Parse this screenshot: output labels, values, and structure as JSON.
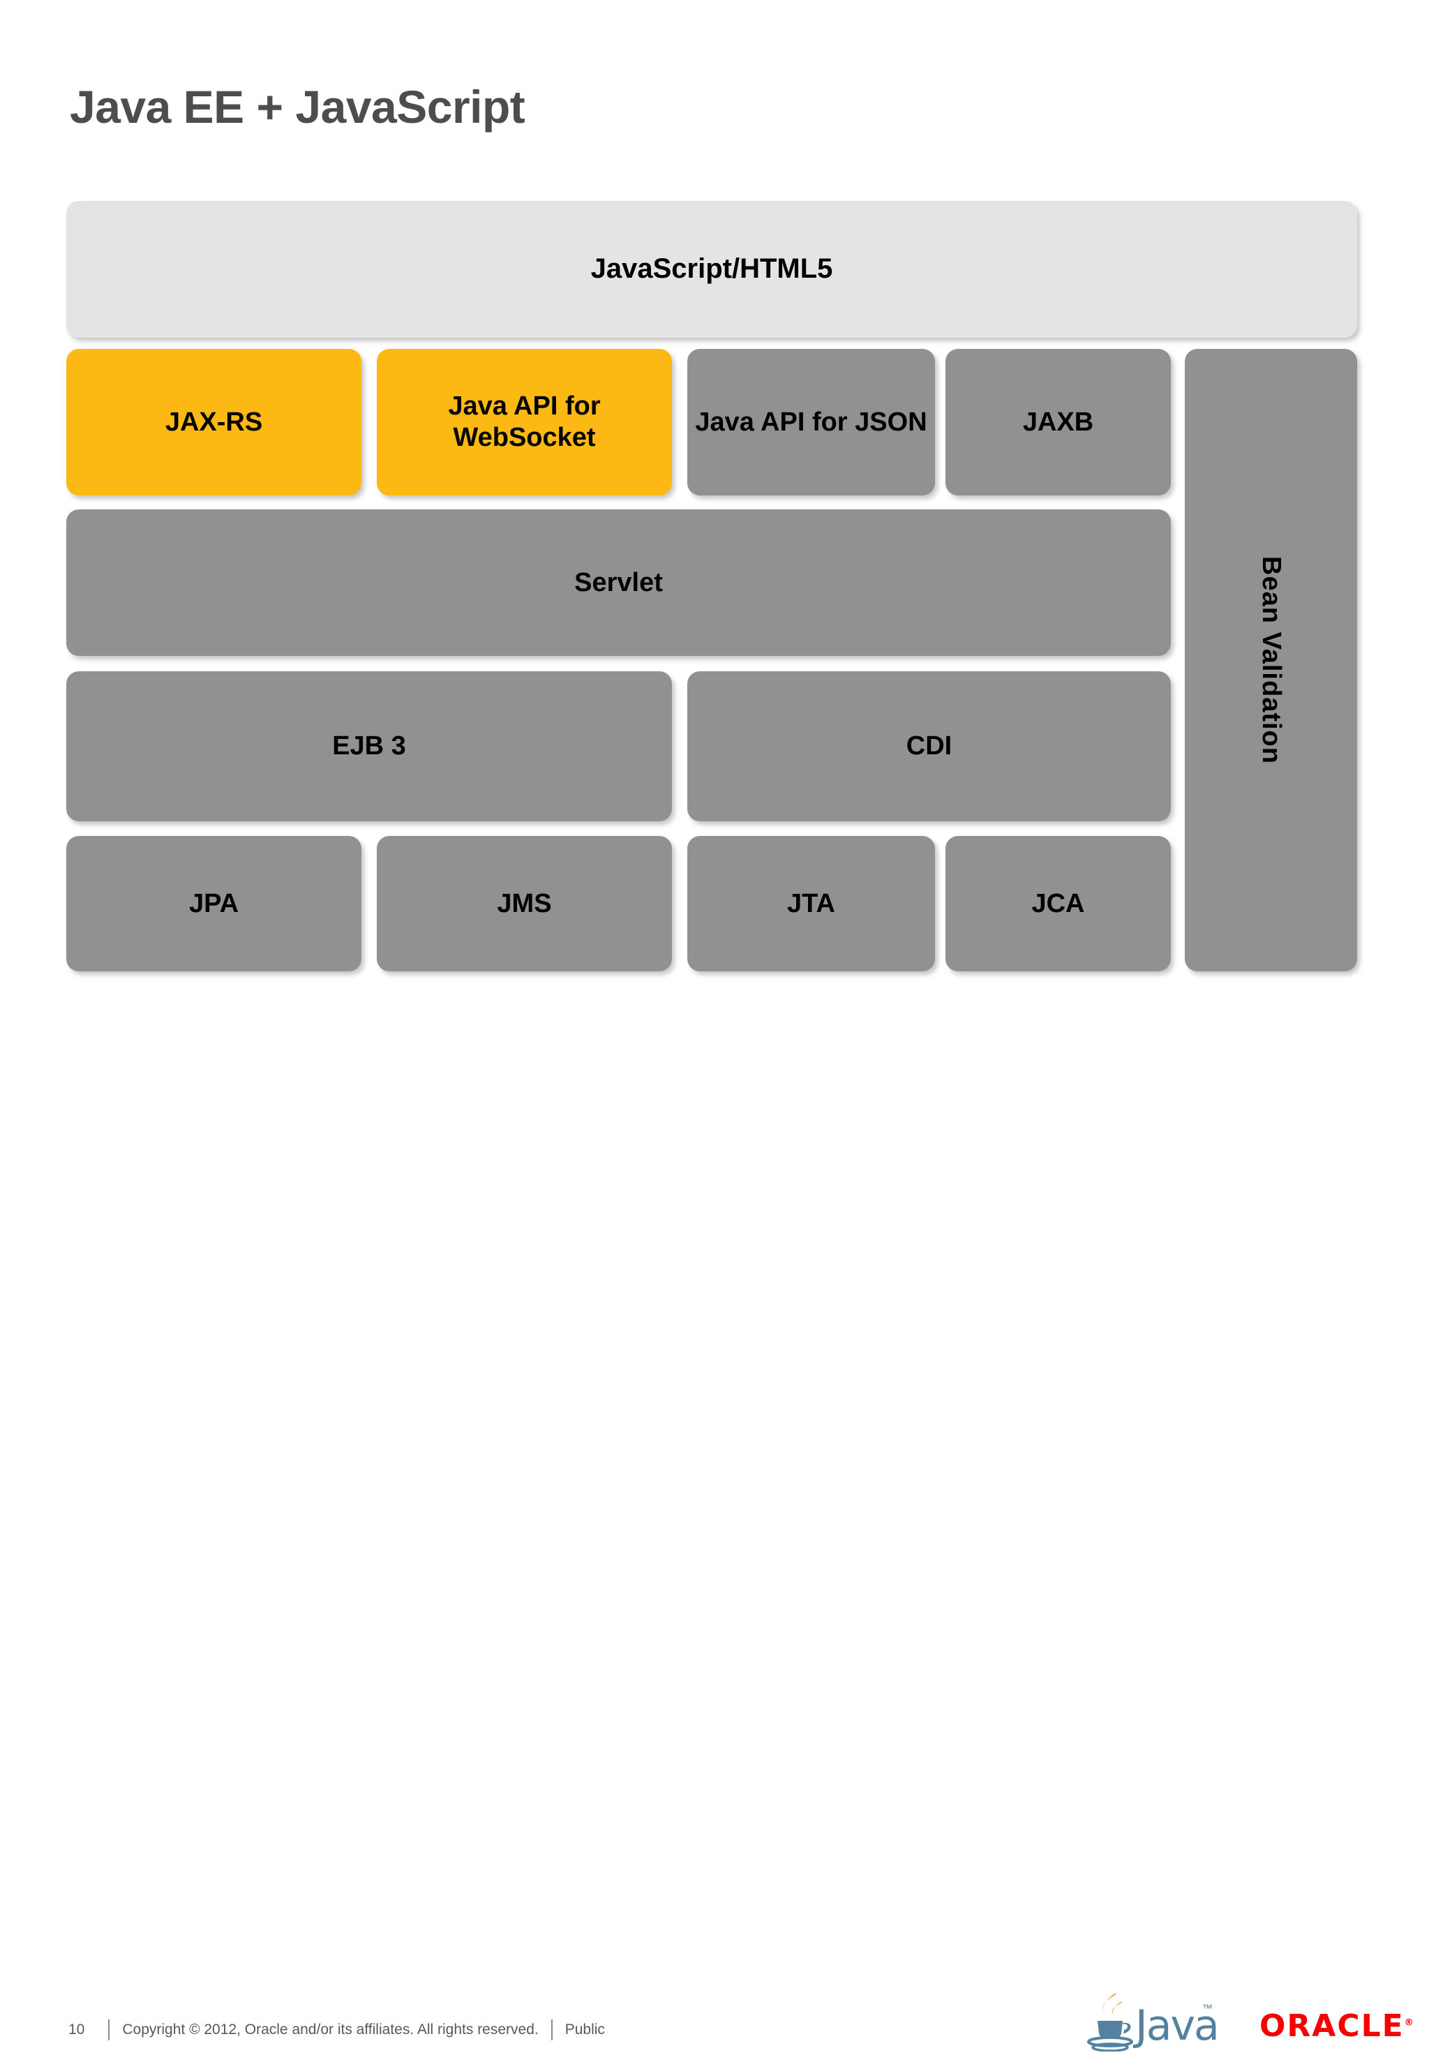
{
  "slide": {
    "title": "Java EE + JavaScript",
    "page_number": "10",
    "title_color": "#4d4d4d"
  },
  "colors": {
    "orange": "#fcb813",
    "gray": "#919191",
    "light_gray": "#e4e4e4",
    "oracle_red": "#f80000",
    "java_blue": "#5382a1",
    "java_orange": "#ed8b00"
  },
  "diagram": {
    "top_layer": {
      "label": "JavaScript/HTML5",
      "style": "light"
    },
    "api_row": [
      {
        "label": "JAX-RS",
        "style": "orange"
      },
      {
        "label": "Java API for WebSocket",
        "style": "orange"
      },
      {
        "label": "Java API for JSON",
        "style": "gray"
      },
      {
        "label": "JAXB",
        "style": "gray"
      }
    ],
    "servlet_row": [
      {
        "label": "Servlet",
        "style": "gray"
      }
    ],
    "container_row": [
      {
        "label": "EJB 3",
        "style": "gray"
      },
      {
        "label": "CDI",
        "style": "gray"
      }
    ],
    "service_row": [
      {
        "label": "JPA",
        "style": "gray"
      },
      {
        "label": "JMS",
        "style": "gray"
      },
      {
        "label": "JTA",
        "style": "gray"
      },
      {
        "label": "JCA",
        "style": "gray"
      }
    ],
    "side_column": {
      "label": "Bean Validation",
      "style": "gray",
      "orientation": "vertical"
    }
  },
  "footer": {
    "page_number": "10",
    "copyright": "Copyright © 2012, Oracle and/or its affiliates. All rights reserved.",
    "classification": "Public",
    "java_logo_text": "Java",
    "java_trademark": "™",
    "oracle_logo_text": "ORACLE",
    "oracle_registered": "®"
  }
}
